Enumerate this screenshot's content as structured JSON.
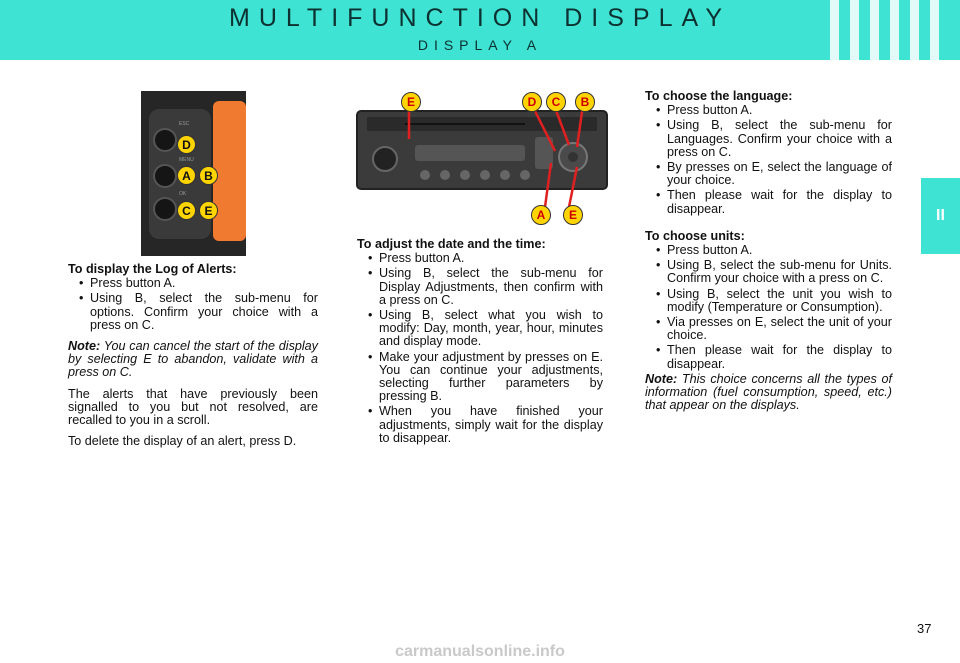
{
  "header": {
    "title": "MULTIFUNCTION DISPLAY",
    "subtitle": "DISPLAY A"
  },
  "section_tab": "II",
  "col1": {
    "heading": "To display the Log of Alerts:",
    "b1": "Press button A.",
    "b2": "Using B, select the sub-menu for options. Confirm your choice with a press on C.",
    "note_label": "Note:",
    "note": "You can cancel the start of the display by selecting E to abandon, validate with a press on C.",
    "p1": "The alerts that have previously been signalled to you but not resolved, are recalled to you in a scroll.",
    "p2": "To delete the display of an alert, press D."
  },
  "col2": {
    "heading": "To adjust the date and the time:",
    "b1": "Press button A.",
    "b2": "Using B, select the sub-menu for Display Adjustments, then confirm with a press on C.",
    "b3": "Using B, select what you wish to modify: Day, month, year, hour, minutes and display mode.",
    "b4": "Make your adjustment by presses on E. You can continue your adjustments, selecting further parameters by pressing B.",
    "b5": "When you have finished your adjustments, simply wait for the display to disappear."
  },
  "col3": {
    "heading1": "To choose the language:",
    "l1": "Press button A.",
    "l2": "Using B, select the sub-menu for Languages. Confirm your choice with a press on C.",
    "l3": "By presses on E, select the language of your choice.",
    "l4": "Then please wait for the display to disappear.",
    "heading2": "To choose units:",
    "u1": "Press button A.",
    "u2": "Using B, select the sub-menu for Units. Confirm your choice with a press on C.",
    "u3": "Using B, select the unit you wish to modify (Temperature or Consumption).",
    "u4": "Via presses on E, select the unit of your choice.",
    "u5": "Then please wait for the display to disappear.",
    "note_label": "Note:",
    "note": "This choice concerns all the types of information (fuel consumption, speed, etc.) that appear on the displays."
  },
  "labels": {
    "a": "A",
    "b": "B",
    "c": "C",
    "d": "D",
    "e": "E"
  },
  "page_number": "37",
  "watermark": "carmanualsonline.info",
  "colors": {
    "accent": "#3fe3d3",
    "label_yellow": "#ffd400",
    "label_red": "#e02020"
  }
}
